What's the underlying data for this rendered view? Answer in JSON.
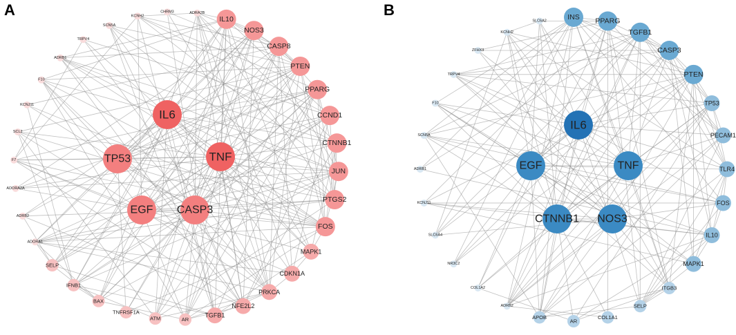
{
  "panels": [
    {
      "label": "A",
      "theme": "red",
      "nodes": [
        {
          "id": "IL6",
          "tier": 5
        },
        {
          "id": "TNF",
          "tier": 5
        },
        {
          "id": "TP53",
          "tier": 4
        },
        {
          "id": "EGF",
          "tier": 4
        },
        {
          "id": "CASP3",
          "tier": 4
        },
        {
          "id": "IL10",
          "tier": 3
        },
        {
          "id": "NOS3",
          "tier": 3
        },
        {
          "id": "CASP8",
          "tier": 3
        },
        {
          "id": "PTEN",
          "tier": 3
        },
        {
          "id": "PPARG",
          "tier": 3
        },
        {
          "id": "CCND1",
          "tier": 3
        },
        {
          "id": "CTNNB1",
          "tier": 3
        },
        {
          "id": "JUN",
          "tier": 3
        },
        {
          "id": "PTGS2",
          "tier": 3
        },
        {
          "id": "FOS",
          "tier": 3
        },
        {
          "id": "MAPK1",
          "tier": 2
        },
        {
          "id": "CDKN1A",
          "tier": 2
        },
        {
          "id": "PRKCA",
          "tier": 2
        },
        {
          "id": "NFE2L2",
          "tier": 2
        },
        {
          "id": "TGFB1",
          "tier": 2
        },
        {
          "id": "AR",
          "tier": 1
        },
        {
          "id": "ATM",
          "tier": 1
        },
        {
          "id": "TNFRSF1A",
          "tier": 1
        },
        {
          "id": "BAX",
          "tier": 1
        },
        {
          "id": "IFNB1",
          "tier": 1
        },
        {
          "id": "SELP",
          "tier": 1
        },
        {
          "id": "ADORA1",
          "tier": 0
        },
        {
          "id": "ADRB2",
          "tier": 0
        },
        {
          "id": "ADORA2A",
          "tier": 0
        },
        {
          "id": "F7",
          "tier": 0
        },
        {
          "id": "SCL2",
          "tier": 0
        },
        {
          "id": "KCNJ11",
          "tier": 0
        },
        {
          "id": "F10",
          "tier": 0
        },
        {
          "id": "ADRB1",
          "tier": 0
        },
        {
          "id": "TRPV4",
          "tier": 0
        },
        {
          "id": "SCN5A",
          "tier": 0
        },
        {
          "id": "KCNH2",
          "tier": 0
        },
        {
          "id": "CHRM3",
          "tier": 0
        },
        {
          "id": "ADRA2B",
          "tier": 0
        }
      ]
    },
    {
      "label": "B",
      "theme": "blue",
      "nodes": [
        {
          "id": "IL6",
          "tier": 5
        },
        {
          "id": "EGF",
          "tier": 4
        },
        {
          "id": "TNF",
          "tier": 4
        },
        {
          "id": "CTNNB1",
          "tier": 4
        },
        {
          "id": "NOS3",
          "tier": 4
        },
        {
          "id": "INS",
          "tier": 3
        },
        {
          "id": "PPARG",
          "tier": 3
        },
        {
          "id": "TGFB1",
          "tier": 3
        },
        {
          "id": "CASP3",
          "tier": 3
        },
        {
          "id": "PTEN",
          "tier": 3
        },
        {
          "id": "TP53",
          "tier": 2
        },
        {
          "id": "PECAM1",
          "tier": 2
        },
        {
          "id": "TLR4",
          "tier": 2
        },
        {
          "id": "FOS",
          "tier": 2
        },
        {
          "id": "IL10",
          "tier": 2
        },
        {
          "id": "MAPK1",
          "tier": 2
        },
        {
          "id": "ITGB3",
          "tier": 1
        },
        {
          "id": "SELP",
          "tier": 1
        },
        {
          "id": "COL1A1",
          "tier": 1
        },
        {
          "id": "AR",
          "tier": 1
        },
        {
          "id": "APOB",
          "tier": 1
        },
        {
          "id": "ADRB2",
          "tier": 0
        },
        {
          "id": "COL1A2",
          "tier": 0
        },
        {
          "id": "NR3C2",
          "tier": 0
        },
        {
          "id": "SLC6A4",
          "tier": 0
        },
        {
          "id": "KCNJ11",
          "tier": 0
        },
        {
          "id": "ADRB1",
          "tier": 0
        },
        {
          "id": "SCN5A",
          "tier": 0
        },
        {
          "id": "F10",
          "tier": 0
        },
        {
          "id": "TRPV4",
          "tier": 0
        },
        {
          "id": "ZFHX3",
          "tier": 0
        },
        {
          "id": "KCNH2",
          "tier": 0
        },
        {
          "id": "SLC6A2",
          "tier": 0
        }
      ]
    }
  ],
  "palettes": {
    "red": [
      "#f9dcdc",
      "#f7c1c1",
      "#f6aaaa",
      "#f59797",
      "#f37f7f",
      "#ef6262"
    ],
    "blue": [
      "#d9e8f3",
      "#b4d2e8",
      "#8fbddc",
      "#6aa9d2",
      "#3b8ac3",
      "#2372b5"
    ]
  },
  "edge_seed": 17
}
